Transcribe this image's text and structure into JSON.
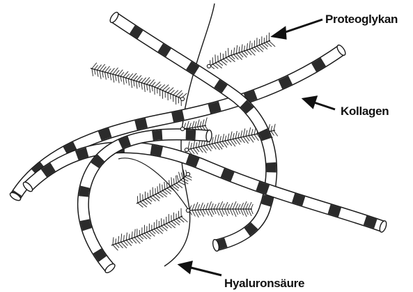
{
  "labels": {
    "proteoglycan": "Proteoglykan",
    "collagen": "Kollagen",
    "hyaluronic_acid": "Hyaluronsäure"
  },
  "colors": {
    "line": "#1a1a1a",
    "band_dark": "#2b2b2b",
    "fiber_fill": "#ffffff"
  }
}
